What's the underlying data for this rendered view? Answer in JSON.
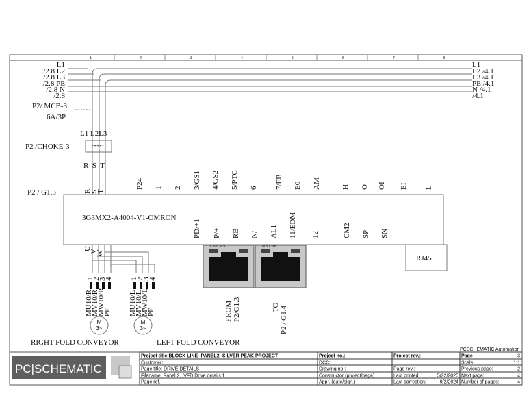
{
  "columns": [
    "1",
    "2",
    "3",
    "4",
    "5",
    "6",
    "7",
    "8"
  ],
  "bus": {
    "left": [
      "L1",
      "/2.8 L2",
      "/2.8 L3",
      "/2.8 PE",
      "/2.8 N",
      "/2.8"
    ],
    "right": [
      "L1",
      "L2 /4.1",
      "L3 /4.1",
      "PE /4.1",
      "N /4.1",
      "/4.1"
    ]
  },
  "mcb": {
    "ref": "P2/ MCB-3",
    "rating": "6A/3P"
  },
  "choke": {
    "ref": "P2 /CHOKE-3",
    "inputs": "L1 L2L3",
    "outputs": "R  S  T"
  },
  "drive": {
    "ref": "P2 / G1.3",
    "model": "3G3MX2-A4004-V1-OMRON",
    "top_terminals": [
      "R",
      "S",
      "T",
      "P24",
      "1",
      "2",
      "3/GS1",
      "4/GS2",
      "5/PTC",
      "6",
      "7/EB",
      "E0",
      "AM",
      "H",
      "O",
      "OI",
      "EI",
      "L"
    ],
    "bottom_terminals": [
      "PD/+1",
      "P/+",
      "RB",
      "N/-",
      "AL1",
      "11/EDM",
      "12",
      "CM2",
      "SP",
      "SN"
    ],
    "motor_terminals": [
      "U",
      "V",
      "W"
    ],
    "rj45": "RJ45",
    "port_labels": [
      "LNK",
      "MS",
      "NS",
      "LNK"
    ]
  },
  "network": {
    "from": "FROM",
    "from_ref": "P2/G1.3",
    "to": "TO",
    "to_ref": "P2 / G1.4"
  },
  "motors": [
    {
      "wires": [
        "MU10/R",
        "MV10/R",
        "MW10/R",
        "PE"
      ],
      "terms": [
        "1",
        "2",
        "3",
        "4"
      ],
      "symbol": "M",
      "phase": "3~",
      "label": "RIGHT FOLD CONVEYOR"
    },
    {
      "wires": [
        "MU10/L",
        "MV10/L",
        "MW10/L",
        "PE"
      ],
      "terms": [
        "1",
        "2",
        "3",
        "4"
      ],
      "symbol": "M",
      "phase": "3~",
      "label": "LEFT  FOLD CONVEYOR"
    }
  ],
  "title_block": {
    "vendor": "PCSCHEMATIC Automation",
    "logo": "PC|SCHEMATIC",
    "rows": [
      [
        "Project title:BLOCK LINE -PANEL2- SILVER PEAK PROJECT",
        "Project no.:",
        "",
        "Project rev.:",
        "",
        "Page",
        "3"
      ],
      [
        "Customer:",
        "DCC:",
        "",
        "",
        "",
        "Scale:",
        "1:1"
      ],
      [
        "Page title:     DRIVE DETAILS",
        "Drawing no.:",
        "",
        "Page rev.:",
        "",
        "Previous page:",
        "2"
      ],
      [
        "Filename:     Panel 2 _VFD Drive details 1",
        "Constructor (project/page)",
        "",
        "Last printed:",
        "5/22/2025",
        "Next page:",
        "4"
      ],
      [
        "Page ref.:",
        "Appr. (date/sign.)",
        "",
        "Last correction:",
        "9/2/2024",
        "Number of pages:",
        "4"
      ]
    ]
  }
}
